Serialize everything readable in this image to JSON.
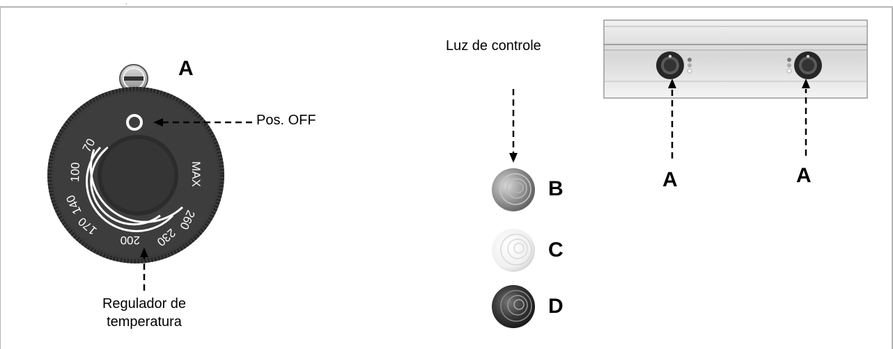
{
  "labels": {
    "luz_de_controle": "Luz de controle",
    "pos_off": "Pos. OFF",
    "regulador_line1": "Regulador de",
    "regulador_line2": "temperatura"
  },
  "letters": {
    "a_knob": "A",
    "a_panel_left": "A",
    "a_panel_right": "A",
    "b": "B",
    "c": "C",
    "d": "D"
  },
  "dial": {
    "off_mark": "O",
    "scale": [
      "70",
      "100",
      "140",
      "170",
      "200",
      "230",
      "260",
      "MAX"
    ]
  },
  "colors": {
    "frame": "#b5b5b5",
    "knob_dark": "#3a3a3a",
    "knob_inner": "#2c2c2c",
    "panel_light": "#e8e8e8",
    "lamp_b": "#8c8c8c",
    "lamp_c": "#f4f4f4",
    "lamp_d": "#2a2a2a"
  }
}
